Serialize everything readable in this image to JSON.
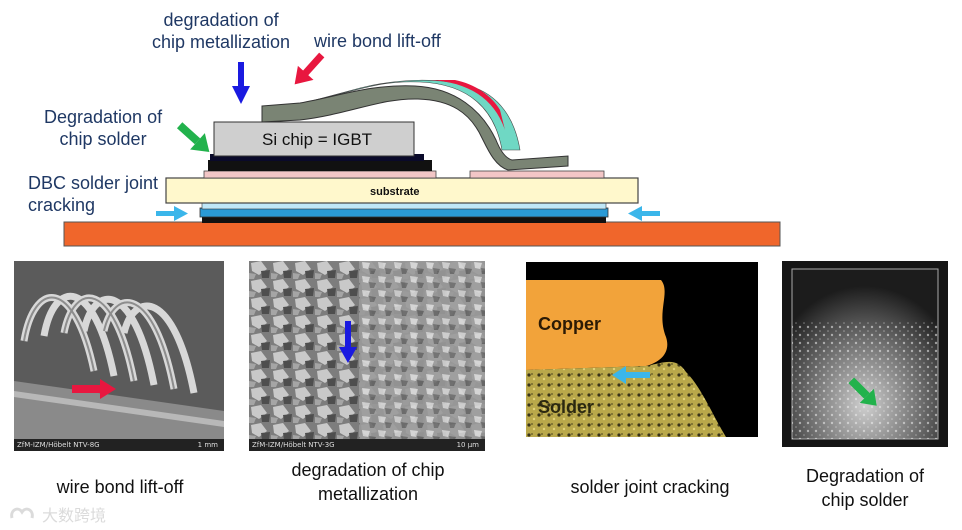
{
  "diagram": {
    "labels": {
      "degradation_metallization": "degradation of\nchip metallization",
      "wire_bond": "wire bond lift-off",
      "degradation_solder": "Degradation of\nchip solder",
      "dbc_cracking": "DBC solder joint\ncracking"
    },
    "chip_text": "Si chip = IGBT",
    "substrate_text": "substrate"
  },
  "photos": {
    "p1": {
      "caption": "wire bond lift-off",
      "footer_left": "ZfM-IZM/Höbelt   NTV-8G",
      "footer_right": "1 mm"
    },
    "p2": {
      "caption": "degradation of chip\nmetallization",
      "footer_left": "ZfM-IZM/Höbelt   NTV-3G",
      "footer_right": "10 µm"
    },
    "p3": {
      "caption": "solder joint cracking",
      "label_top": "Copper",
      "label_bottom": "Solder"
    },
    "p4": {
      "caption": "Degradation of\nchip solder"
    }
  },
  "watermark": "大数跨境",
  "colors": {
    "blue_arrow": "#1a1ae0",
    "red_arrow": "#e8173f",
    "green_arrow": "#22b24c",
    "cyan_arrow": "#3bb6ea",
    "baseplate": "#f0662b"
  }
}
